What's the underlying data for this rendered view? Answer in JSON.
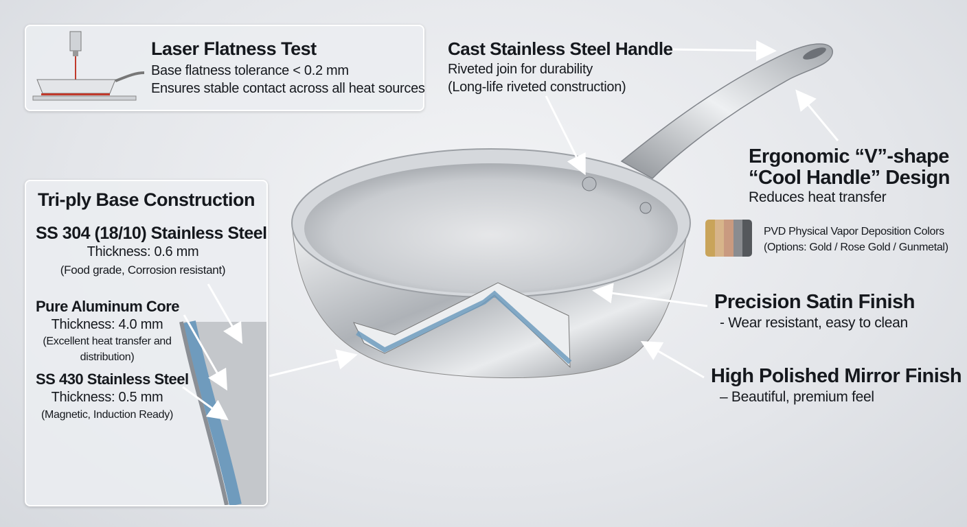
{
  "laser": {
    "title": "Laser Flatness Test",
    "line1": "Base flatness tolerance < 0.2 mm",
    "line2": "Ensures stable contact across all heat sources"
  },
  "triply": {
    "title": "Tri-ply Base Construction",
    "layers": [
      {
        "name": "SS 304 (18/10) Stainless Steel",
        "thickness": "Thickness: 0.6 mm",
        "note": "(Food grade, Corrosion resistant)"
      },
      {
        "name": "Pure Aluminum Core",
        "thickness": "Thickness: 4.0 mm",
        "note": "(Excellent heat transfer and",
        "note2": "distribution)"
      },
      {
        "name": "SS 430 Stainless Steel",
        "thickness": "Thickness: 0.5 mm",
        "note": "(Magnetic, Induction Ready)"
      }
    ]
  },
  "handle": {
    "title": "Cast Stainless Steel Handle",
    "line1": "Riveted join for durability",
    "line2": "(Long-life riveted construction)"
  },
  "ergonomic": {
    "title1": "Ergonomic “V”-shape",
    "title2": "“Cool Handle” Design",
    "line1": "Reduces heat transfer"
  },
  "pvd": {
    "title": "PVD Physical Vapor Deposition Colors",
    "options": "(Options: Gold / Rose Gold / Gunmetal)",
    "swatches": [
      "#c9a45a",
      "#d7b48a",
      "#c99a80",
      "#8a8c90",
      "#55585c"
    ]
  },
  "satin": {
    "title": "Precision Satin Finish",
    "line1": "- Wear resistant, easy to clean"
  },
  "mirror": {
    "title": "High Polished Mirror Finish",
    "line1": "– Beautiful, premium feel"
  },
  "colors": {
    "aluminum_core": "#6f9bbd",
    "laser": "#c0392b"
  }
}
